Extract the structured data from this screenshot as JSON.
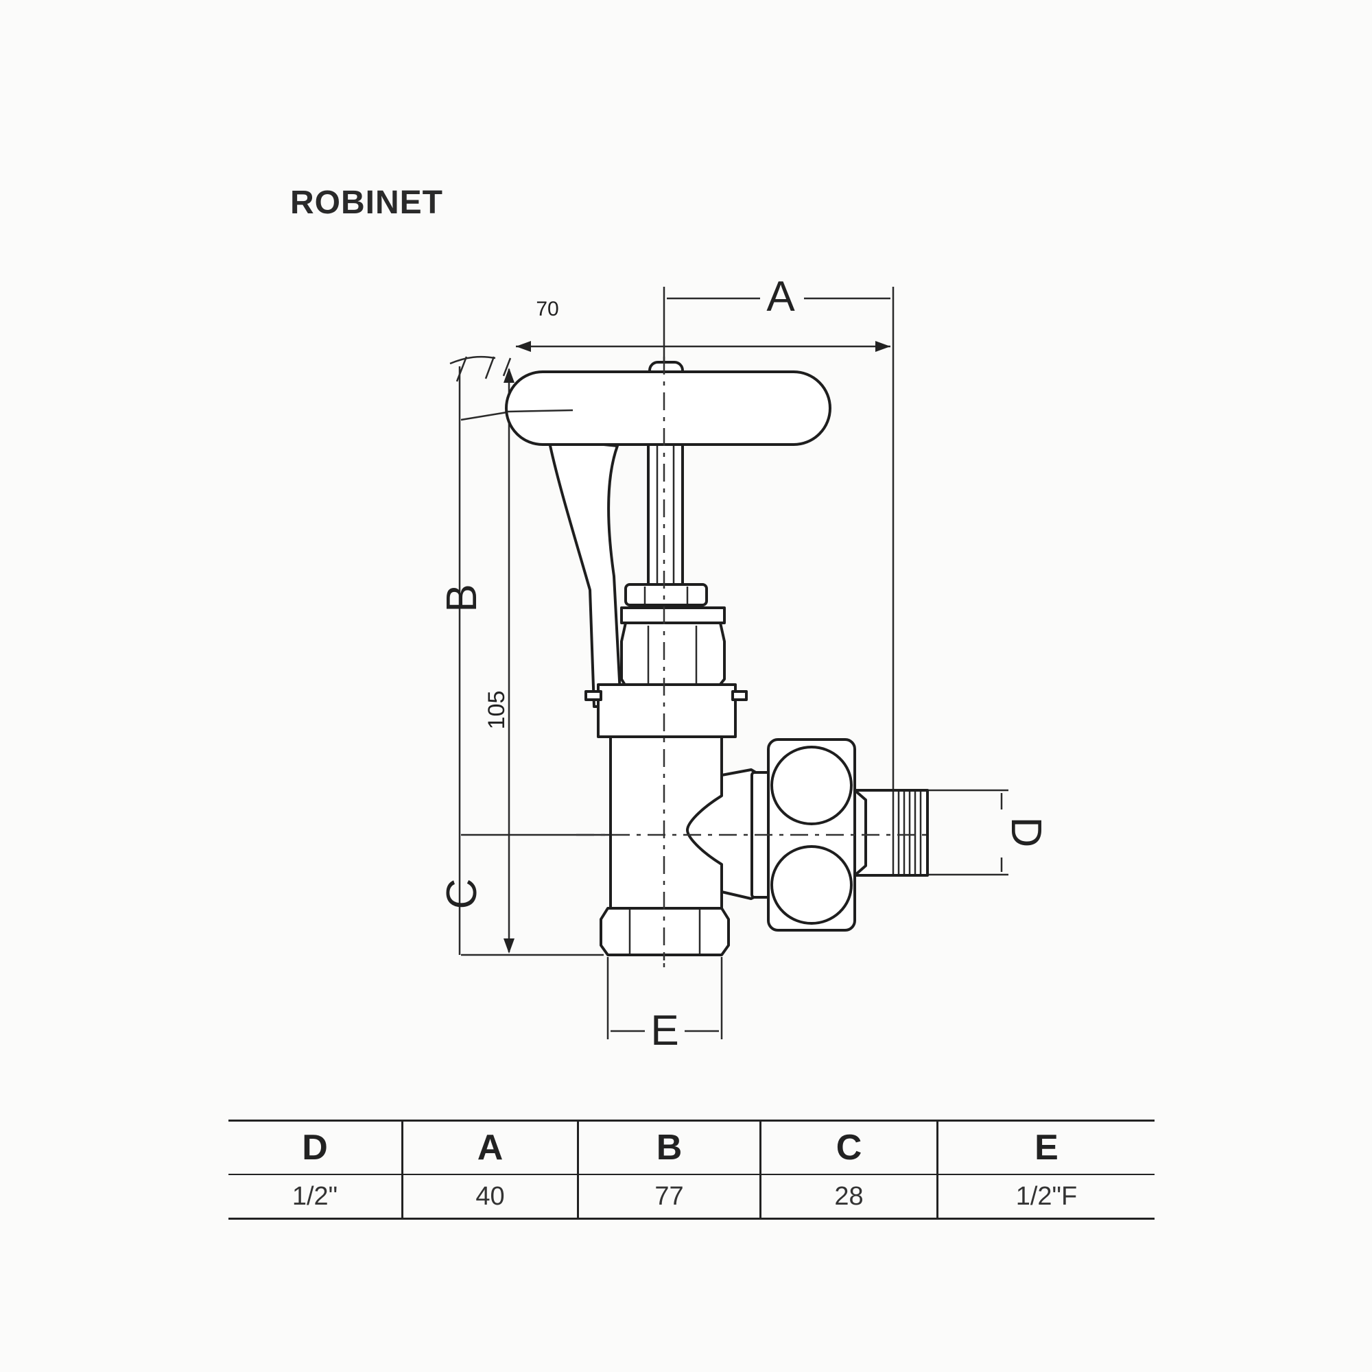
{
  "title": "ROBINET",
  "diagram": {
    "dimension_labels": {
      "a": "A",
      "b": "B",
      "c": "C",
      "d": "D",
      "e": "E",
      "width_70": "70",
      "height_105": "105"
    }
  },
  "table": {
    "columns": [
      {
        "header": "D",
        "value": "1/2\""
      },
      {
        "header": "A",
        "value": "40"
      },
      {
        "header": "B",
        "value": "77"
      },
      {
        "header": "C",
        "value": "28"
      },
      {
        "header": "E",
        "value": "1/2\"F"
      }
    ]
  }
}
